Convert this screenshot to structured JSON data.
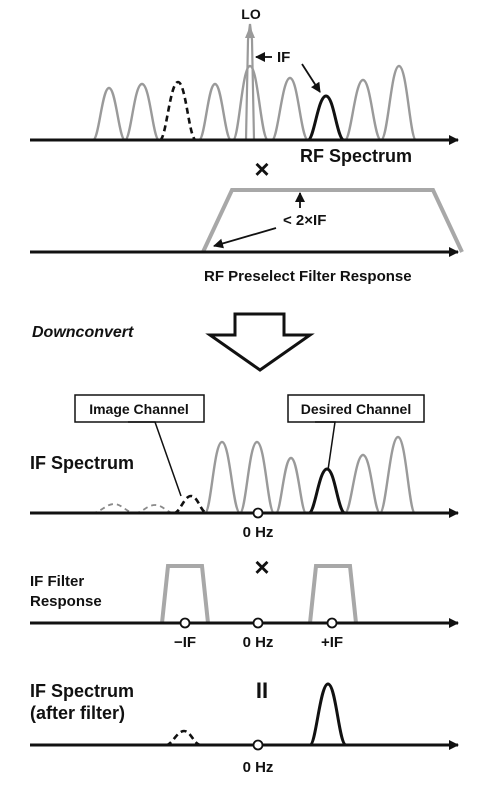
{
  "labels": {
    "lo": "LO",
    "if_arrow": "IF",
    "rf_spectrum": "RF Spectrum",
    "multiply_1": "×",
    "lt_2xif": "< 2×IF",
    "rf_preselect": "RF Preselect Filter Response",
    "downconvert": "Downconvert",
    "image_channel": "Image Channel",
    "desired_channel": "Desired Channel",
    "if_spectrum": "IF Spectrum",
    "zero_hz_1": "0 Hz",
    "multiply_2": "×",
    "if_filter_line1": "IF Filter",
    "if_filter_line2": "Response",
    "neg_if": "−IF",
    "zero_hz_2": "0 Hz",
    "pos_if": "+IF",
    "if_spectrum_after_line1": "IF Spectrum",
    "if_spectrum_after_line2": "(after filter)",
    "equals": "II",
    "zero_hz_3": "0 Hz"
  },
  "colors": {
    "ink": "#111111",
    "gray_signal": "#9a9a9a",
    "filter_gray": "#a8a8a8"
  }
}
